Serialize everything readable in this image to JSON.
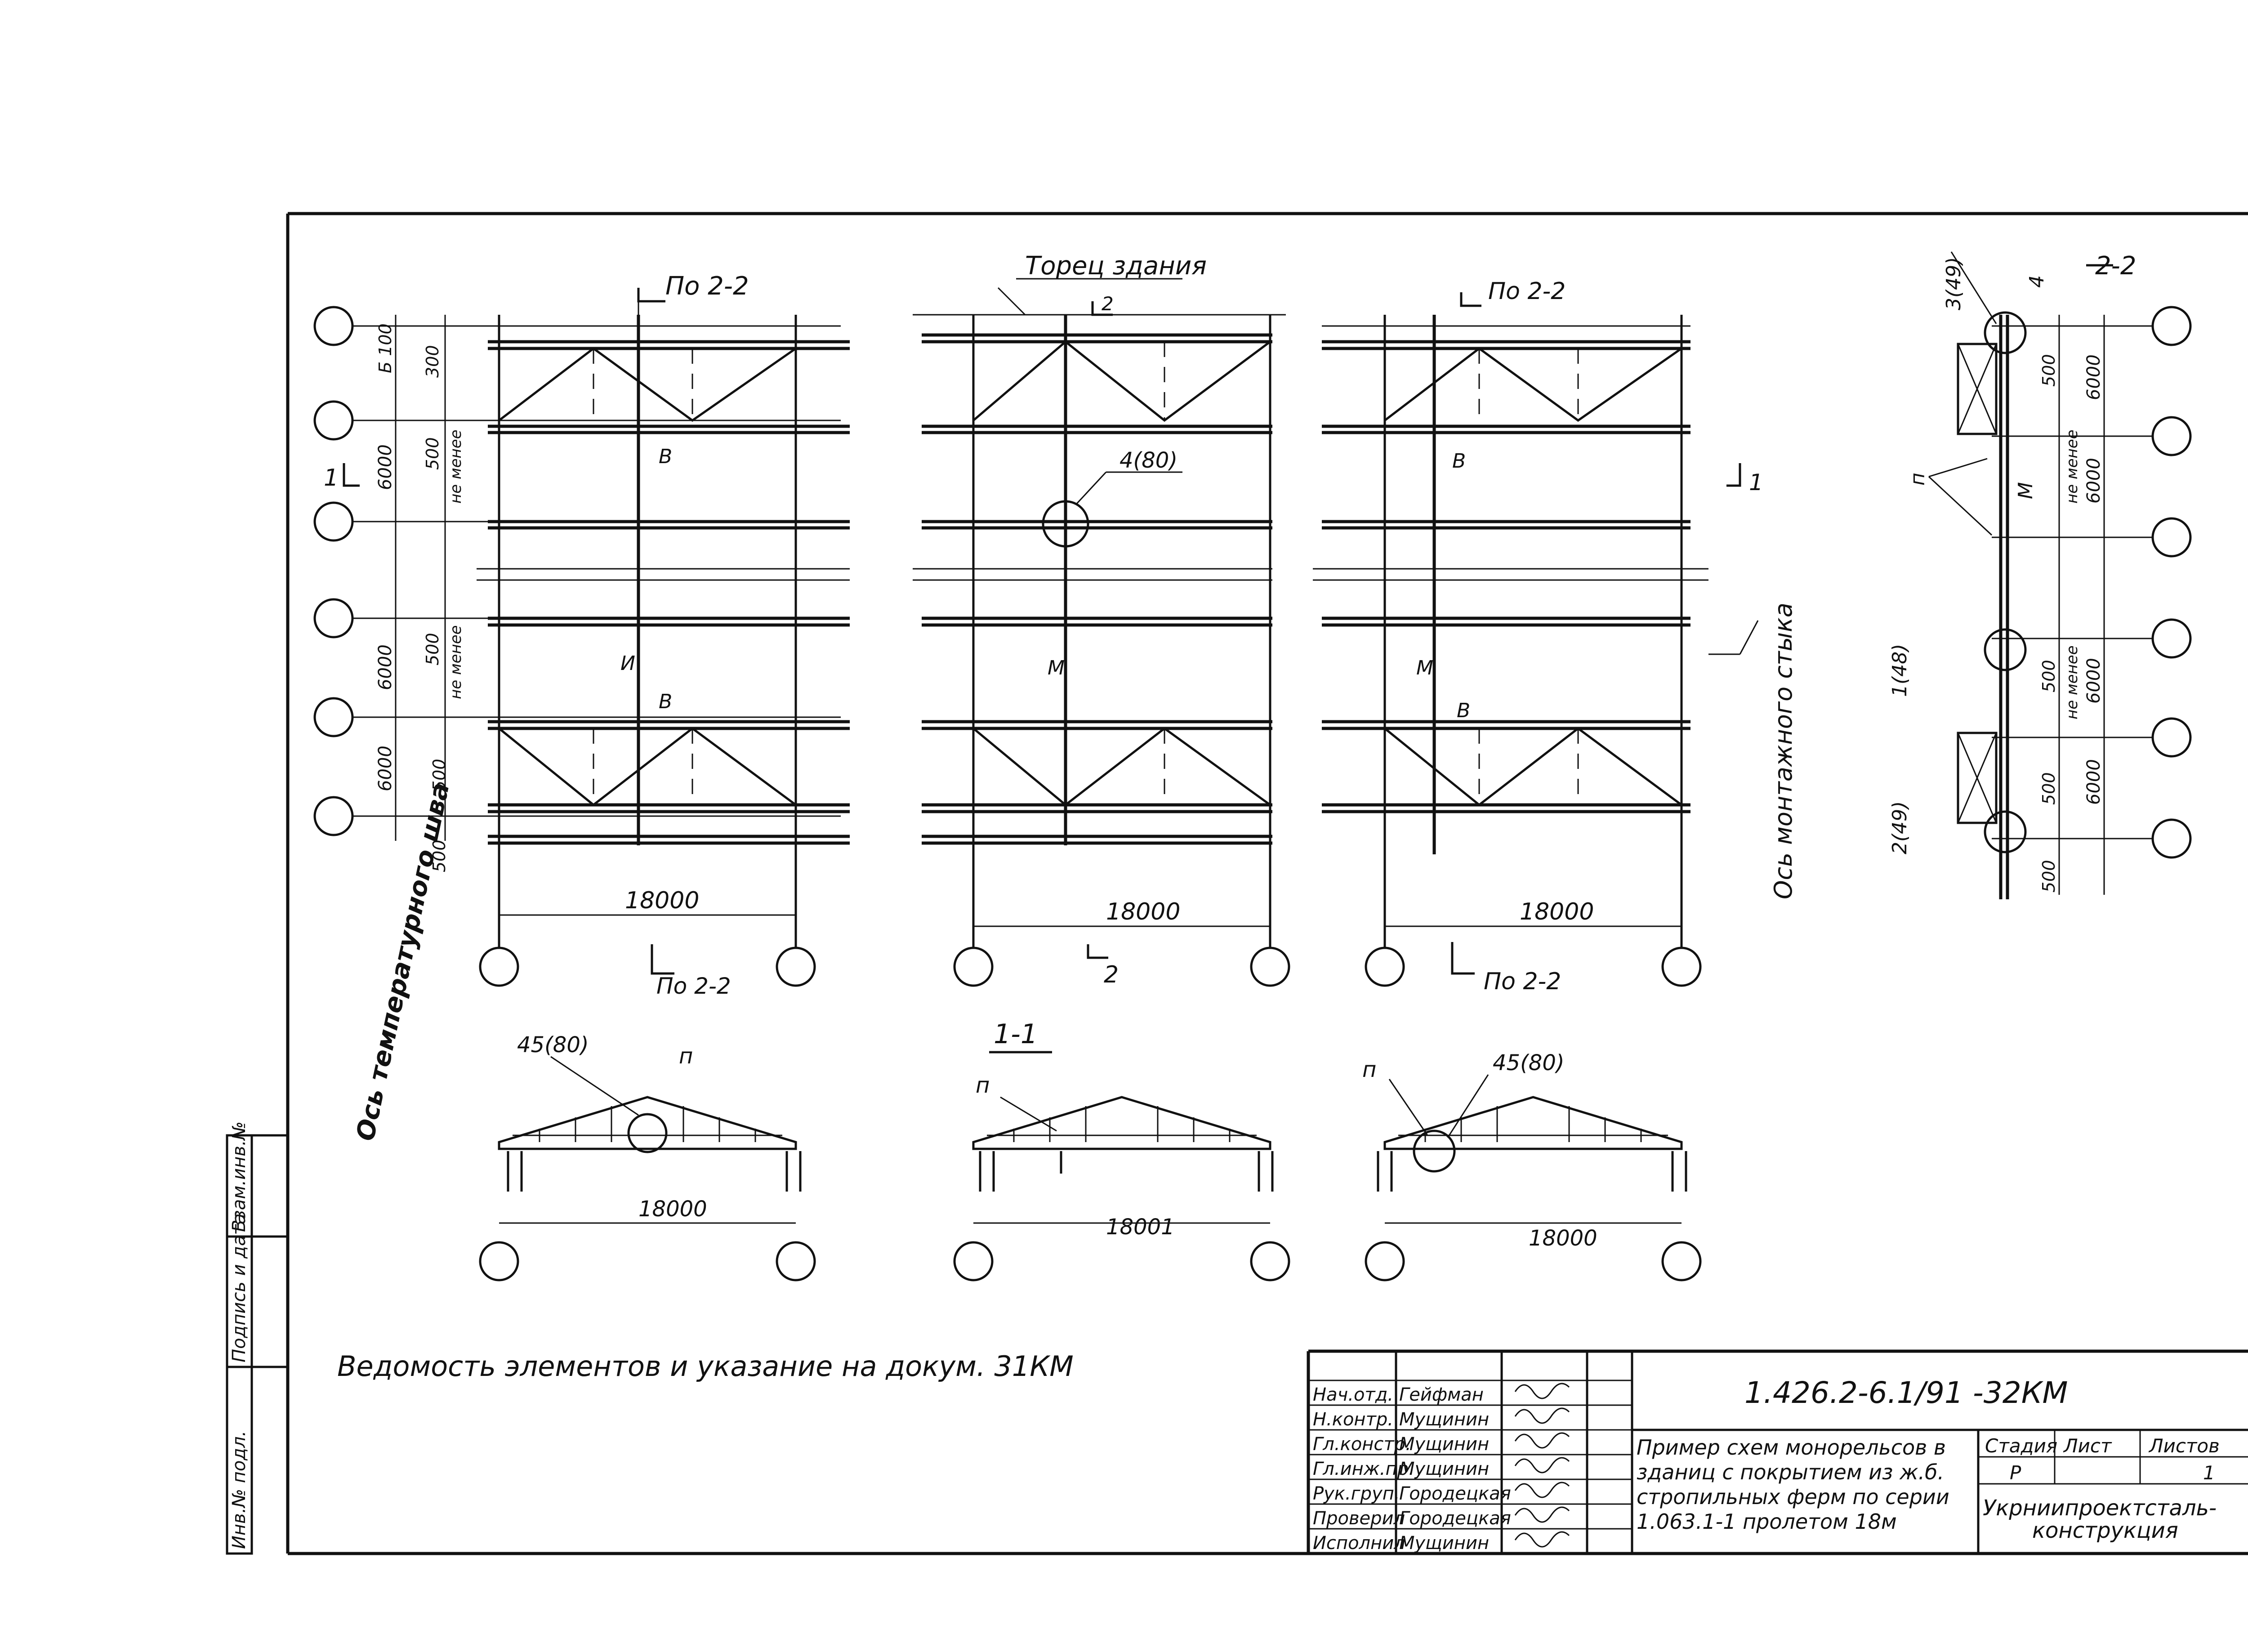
{
  "plans": [
    {
      "section_top": "По 2-2",
      "section_bottom": "По 2-2",
      "span": "18000",
      "dim_labels": [
        "Б 100",
        "300",
        "6000",
        "500",
        "не менее",
        "6000",
        "500",
        "не менее",
        "6000",
        "500",
        "500"
      ],
      "beam_labels": [
        "В",
        "И",
        "В"
      ],
      "arrow_label": "1"
    },
    {
      "end_label": "Торец здания",
      "section_top": "2",
      "section_bottom": "2",
      "span": "18000",
      "callout": "4(80)",
      "beam_labels": [
        "М"
      ]
    },
    {
      "section_top": "По 2-2",
      "section_bottom": "По 2-2",
      "span": "18000",
      "beam_labels": [
        "В",
        "М",
        "В"
      ],
      "arrow_label": "1"
    }
  ],
  "axis_labels": {
    "temperature_joint": "Ось температурного шва",
    "assembly_joint": "Ось монтажного стыка"
  },
  "section_2_2": {
    "title": "2-2",
    "labels": [
      "3(49)",
      "4",
      "п",
      "М",
      "1(48)",
      "2(49)"
    ],
    "dims": [
      "500",
      "6000",
      "не менее",
      "6000",
      "500",
      "не менее",
      "6000",
      "500",
      "6000",
      "500"
    ]
  },
  "elevations": [
    {
      "callout": "45(80)",
      "mark": "п",
      "span": "18000"
    },
    {
      "title": "1-1",
      "mark": "п",
      "span": "18001"
    },
    {
      "callout": "45(80)",
      "mark": "п",
      "span": "18000"
    }
  ],
  "note": "Ведомость элементов и указание на докум. 31КМ",
  "side_strip": [
    "Инв.№ подл.",
    "Подпись и дата",
    "Взам.инв.№"
  ],
  "title_block": {
    "doc_code": "1.426.2-6.1/91 -32КМ",
    "roles": [
      "Нач.отд.",
      "Н.контр.",
      "Гл.констр.",
      "Гл.инж.пр.",
      "Рук.груп.",
      "Проверил",
      "Исполнил"
    ],
    "names": [
      "Гейфман",
      "Мущинин",
      "Мущинин",
      "Мущинин",
      "Городецкая",
      "Городецкая",
      "Мущинин"
    ],
    "description": [
      "Пример схем монорельсов в",
      "зданиц с покрытием из ж.б.",
      "стропильных ферм по серии",
      "1.063.1-1 пролетом 18м"
    ],
    "headers": [
      "Стадия",
      "Лист",
      "Листов"
    ],
    "values": [
      "Р",
      "",
      "1"
    ],
    "organization": [
      "Укрниипроектсталь-",
      "конструкция"
    ]
  }
}
